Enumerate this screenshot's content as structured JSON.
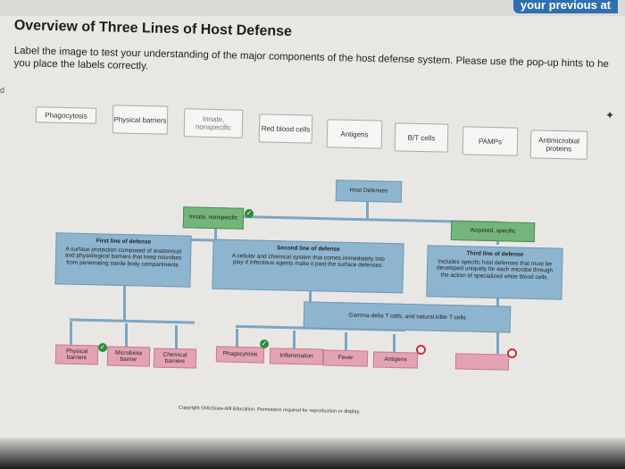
{
  "header": {
    "previous_label": "your previous at",
    "title": "Overview of Three Lines of Host Defense",
    "instructions": "Label the image to test your understanding of the major components of the host defense system. Please use the pop-up hints to he you place the labels correctly."
  },
  "label_bank": [
    "Phagocytosis",
    "Physical barriers",
    "Innate, nonspecific",
    "Red blood cells",
    "Antigens",
    "B/T cells",
    "PAMPs",
    "Antimicrobial proteins"
  ],
  "diagram": {
    "host_defenses": "Host Defenses",
    "innate_nonspecific": "Innate, nonspecific",
    "acquired_specific": "Acquired, specific",
    "first_line_title": "First line of defense",
    "first_line_desc": "A surface protection composed of anatomical and physiological barriers that keep microbes from penetrating sterile body compartments.",
    "second_line_title": "Second line of defense",
    "second_line_desc": "A cellular and chemical system that comes immediately into play if infectious agents make it past the surface defenses.",
    "third_line_title": "Third line of defense",
    "third_line_desc": "Includes specific host defenses that must be developed uniquely for each microbe through the action of specialized white blood cells.",
    "gamma_delta": "Gamma-delta T cells, and natural killer T cells",
    "physical_barriers": "Physical barriers",
    "microbiota_barrier": "Microbiota barrier",
    "chemical_barriers": "Chemical barriers",
    "phagocytosis": "Phagocytosis",
    "inflammation": "Inflammation",
    "fever": "Fever",
    "antigens": "Antigens",
    "copyright": "Copyright ©McGraw-Hill Education. Permission required for reproduction or display."
  },
  "colors": {
    "blue_box": "#8eb5cf",
    "green_box": "#74b57b",
    "pink_box": "#e3a3b4",
    "check": "#2e8b3a",
    "error": "#d02b2b"
  }
}
